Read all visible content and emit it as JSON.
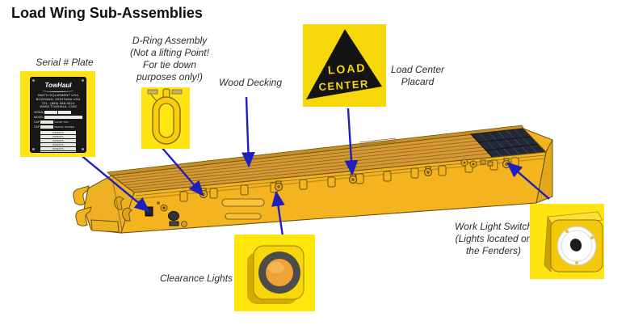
{
  "title": "Load Wing Sub-Assemblies",
  "colors": {
    "callout_bg": "#ffe312",
    "arrow_blue": "#1f1fbe",
    "trailer_side_yellow": "#f3b41f",
    "deck_wood": "#d79a33",
    "grating_dark": "#232837",
    "placard_yellow": "#f6d80a"
  },
  "callouts": {
    "serial_plate": {
      "label": "Serial # Plate"
    },
    "d_ring": {
      "lines": [
        "D-Ring Assembly",
        "(Not a lifting Point!",
        "For tie down",
        "purposes only!)"
      ]
    },
    "wood_decking": {
      "label": "Wood Decking"
    },
    "load_center": {
      "lines": [
        "Load Center",
        "Placard"
      ],
      "placard": {
        "line1": "LOAD",
        "line2": "CENTER"
      }
    },
    "clearance_lights": {
      "label": "Clearance Lights"
    },
    "work_light_switch": {
      "lines": [
        "Work Light Switch",
        "(Lights located on",
        "the Fenders)"
      ]
    }
  },
  "serial_plate": {
    "brand": "TowHaul",
    "address_lines": [
      "SMITH EQUIPMENT USA",
      "BOZEMAN, MONTANA USA",
      "TEL: (866) 588-5624",
      "WWW.TOWHAUL.COM"
    ],
    "fields": [
      {
        "label": "SERIAL"
      },
      {
        "label": "MODEL"
      },
      {
        "label": "CAP",
        "unit": "SHORT TON"
      },
      {
        "label": "CAP",
        "unit": "METRIC TONNES"
      }
    ],
    "patent_label": "PATENTS"
  }
}
